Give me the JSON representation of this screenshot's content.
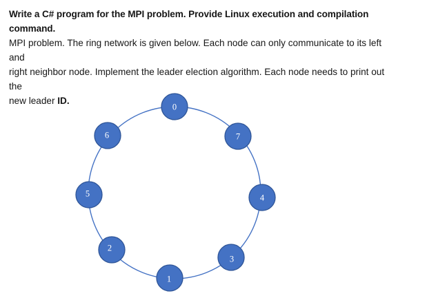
{
  "problem": {
    "heading": "Write a C# program for the MPI problem. Provide Linux execution and compilation command.",
    "body_line1": "MPI problem. The ring network is given below. Each node can only communicate to its left and",
    "body_line2": "right neighbor node. Implement the leader election algorithm. Each node needs to print out the",
    "body_line3_regular": "new leader ",
    "body_line3_bold": "ID."
  },
  "diagram": {
    "type": "ring-network",
    "node_count": 8,
    "ring_order_clockwise_from_top": [
      "0",
      "7",
      "4",
      "3",
      "1",
      "2",
      "5",
      "6"
    ],
    "nodes": [
      {
        "label": "0"
      },
      {
        "label": "7"
      },
      {
        "label": "4"
      },
      {
        "label": "3"
      },
      {
        "label": "1"
      },
      {
        "label": "2"
      },
      {
        "label": "5"
      },
      {
        "label": "6"
      }
    ],
    "colors": {
      "node_fill": "#4472C4",
      "node_border": "#2F5597",
      "ring_line": "#4472C4",
      "node_text": "#FFFFFF"
    }
  }
}
